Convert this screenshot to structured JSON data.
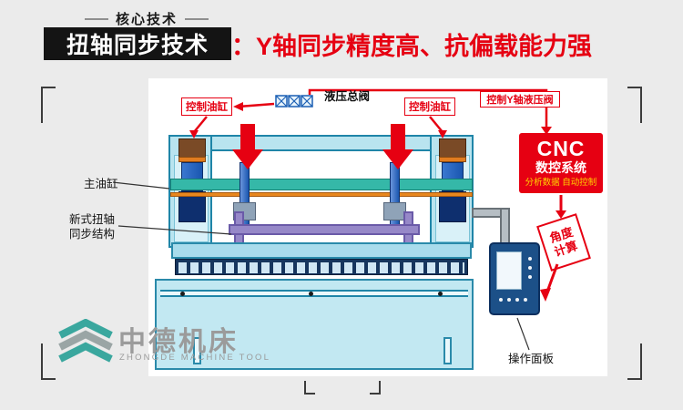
{
  "header": {
    "kicker": "核心技术",
    "title_black": "扭轴同步技术",
    "title_red": "：Y轴同步精度高、抗偏载能力强"
  },
  "labels": {
    "control_cylinder_left": "控制油缸",
    "control_cylinder_right": "控制油缸",
    "hydraulic_main_valve": "液压总阀",
    "control_y_valve": "控制Y轴液压阀",
    "main_cylinder": "主油缸",
    "torsion_line1": "新式扭轴",
    "torsion_line2": "同步结构",
    "operation_panel": "操作面板"
  },
  "cnc_box": {
    "title": "CNC",
    "subtitle": "数控系统",
    "description": "分析数据 自动控制"
  },
  "angle_box": {
    "line1": "角度",
    "line2": "计算"
  },
  "logo": {
    "name": "中德机床",
    "subtitle": "ZHONGDE MACHINE TOOL"
  },
  "colors": {
    "accent_red": "#e60012",
    "machine_body": "#b9e4ef",
    "machine_outline": "#2a8aaa",
    "beam_teal": "#35b8a8",
    "beam_orange": "#e8871e",
    "torsion_purple": "#9688c8",
    "cnc_highlight_text": "#ffd400",
    "logo_teal": "#3aa79e",
    "logo_gray": "#9b9b9b"
  }
}
